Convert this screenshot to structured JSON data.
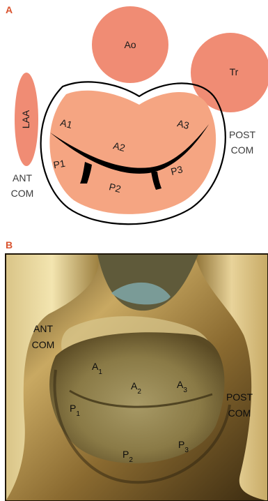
{
  "panel_a": {
    "letter": "A",
    "vessels": {
      "aorta": "Ao",
      "tricuspid": "Tr",
      "left_atrial_appendage": "LAA"
    },
    "anterior_commissure": [
      "ANT",
      "COM"
    ],
    "posterior_commissure": [
      "POST",
      "COM"
    ],
    "anterior_scallops": [
      "A1",
      "A2",
      "A3"
    ],
    "posterior_scallops": [
      "P1",
      "P2",
      "P3"
    ],
    "colors": {
      "accent": "#f08c74",
      "leaflet_fill": "#f5a582",
      "coaptation_line": "#000000"
    }
  },
  "panel_b": {
    "letter": "B",
    "anterior_commissure": [
      "ANT",
      "COM"
    ],
    "posterior_commissure": [
      "POST",
      "COM"
    ],
    "anterior_scallops": [
      {
        "base": "A",
        "sub": "1"
      },
      {
        "base": "A",
        "sub": "2"
      },
      {
        "base": "A",
        "sub": "3"
      }
    ],
    "posterior_scallops": [
      {
        "base": "P",
        "sub": "1"
      },
      {
        "base": "P",
        "sub": "2"
      },
      {
        "base": "P",
        "sub": "3"
      }
    ]
  }
}
